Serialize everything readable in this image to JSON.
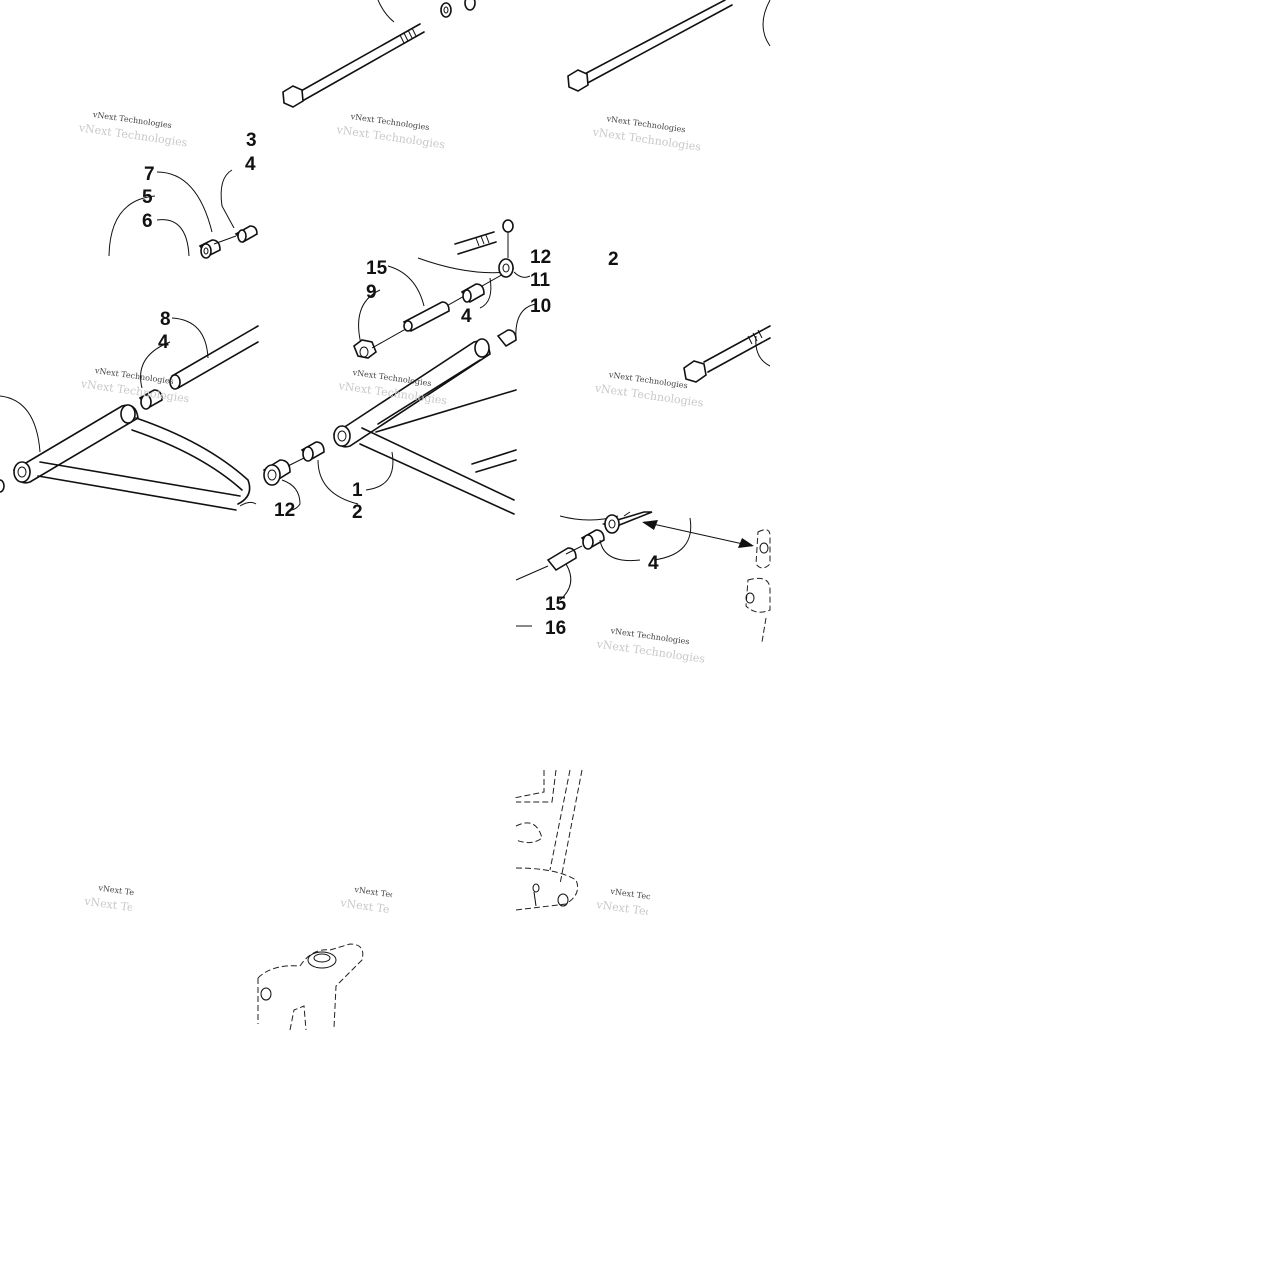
{
  "diagram": {
    "callouts": {
      "c1": "1",
      "c2": "2",
      "c3": "3",
      "c4a": "4",
      "c4b": "4",
      "c4c": "4",
      "c4d": "4",
      "c5": "5",
      "c6": "6",
      "c7": "7",
      "c8": "8",
      "c9": "9",
      "c10": "10",
      "c11": "11",
      "c12a": "12",
      "c12b": "12",
      "c15a": "15",
      "c15b": "15",
      "c16": "16",
      "c2b": "2"
    },
    "watermark": {
      "line1": "vNext Technologies",
      "line2": "vNext Technologies"
    }
  }
}
